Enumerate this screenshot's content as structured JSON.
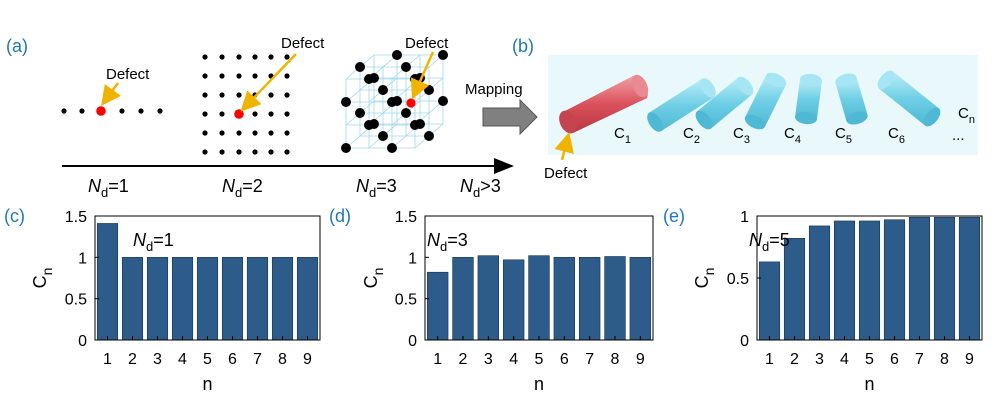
{
  "panel_labels": [
    "(a)",
    "(b)",
    "(c)",
    "(d)",
    "(e)"
  ],
  "panel_a": {
    "defect_label": "Defect",
    "axis_labels": [
      {
        "symbol": "N",
        "sub": "d",
        "text": "=1"
      },
      {
        "symbol": "N",
        "sub": "d",
        "text": "=2"
      },
      {
        "symbol": "N",
        "sub": "d",
        "text": "=3"
      },
      {
        "symbol": "N",
        "sub": "d",
        "text": ">3"
      }
    ],
    "mapping_label": "Mapping"
  },
  "panel_b": {
    "defect_label": "Defect",
    "cylinder_labels": [
      {
        "base": "C",
        "sub": "1"
      },
      {
        "base": "C",
        "sub": "2"
      },
      {
        "base": "C",
        "sub": "3"
      },
      {
        "base": "C",
        "sub": "4"
      },
      {
        "base": "C",
        "sub": "5"
      },
      {
        "base": "C",
        "sub": "6"
      },
      {
        "base": "C",
        "sub": "n"
      }
    ],
    "ellipsis": "..."
  },
  "colors": {
    "label_blue": "#1f77b4",
    "bar": "#2e5c8a",
    "defect_red": "#ff0000",
    "arrow_yellow": "#f0b400",
    "defect_rod": "#d9505a",
    "cylinder": "#6fcfe6",
    "panel_b_bg": "#e8f8fb"
  },
  "chart_data": [
    {
      "type": "bar",
      "panel": "(c)",
      "annotation": {
        "symbol": "N",
        "sub": "d",
        "text": "=1"
      },
      "ylabel": {
        "base": "C",
        "sub": "n"
      },
      "xlabel": "n",
      "categories": [
        "1",
        "2",
        "3",
        "4",
        "5",
        "6",
        "7",
        "8",
        "9"
      ],
      "values": [
        1.41,
        1.0,
        1.0,
        1.0,
        1.0,
        1.0,
        1.0,
        1.0,
        1.0
      ],
      "ylim": [
        0,
        1.5
      ],
      "yticks": [
        "0",
        "0.5",
        "1",
        "1.5"
      ]
    },
    {
      "type": "bar",
      "panel": "(d)",
      "annotation": {
        "symbol": "N",
        "sub": "d",
        "text": "=3"
      },
      "ylabel": {
        "base": "C",
        "sub": "n"
      },
      "xlabel": "n",
      "categories": [
        "1",
        "2",
        "3",
        "4",
        "5",
        "6",
        "7",
        "8",
        "9"
      ],
      "values": [
        0.82,
        1.0,
        1.02,
        0.97,
        1.02,
        1.0,
        1.0,
        1.01,
        1.0
      ],
      "ylim": [
        0,
        1.5
      ],
      "yticks": [
        "0",
        "0.5",
        "1",
        "1.5"
      ]
    },
    {
      "type": "bar",
      "panel": "(e)",
      "annotation": {
        "symbol": "N",
        "sub": "d",
        "text": "=5"
      },
      "ylabel": {
        "base": "C",
        "sub": "n"
      },
      "xlabel": "n",
      "categories": [
        "1",
        "2",
        "3",
        "4",
        "5",
        "6",
        "7",
        "8",
        "9"
      ],
      "values": [
        0.63,
        0.82,
        0.92,
        0.96,
        0.96,
        0.97,
        0.99,
        0.99,
        0.99
      ],
      "ylim": [
        0,
        1
      ],
      "yticks": [
        "0",
        "0.5",
        "1"
      ]
    }
  ]
}
